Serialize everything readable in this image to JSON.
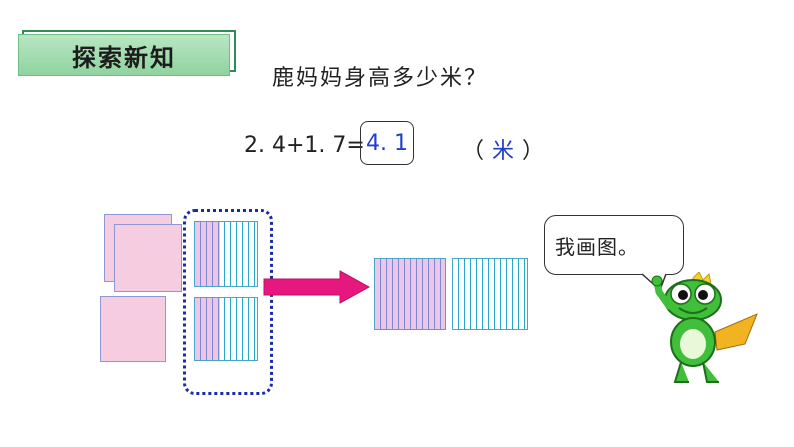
{
  "banner": {
    "title": "探索新知"
  },
  "question": {
    "text": "鹿妈妈身高多少米？"
  },
  "equation": {
    "expression": "2. 4+1. 7=",
    "answer": "4. 1",
    "unit_open": "（",
    "unit": "米",
    "unit_close": "）"
  },
  "bubble": {
    "text": "我画图。"
  },
  "colors": {
    "pink_square": "#f6cde0",
    "stripe_cyan": "#2aa9c9",
    "arrow": "#e6187f",
    "dotted_frame": "#1a2aa8",
    "answer_text": "#2140c8"
  },
  "icons": {
    "mascot": "frog-mascot-icon",
    "arrow": "right-arrow-icon"
  }
}
